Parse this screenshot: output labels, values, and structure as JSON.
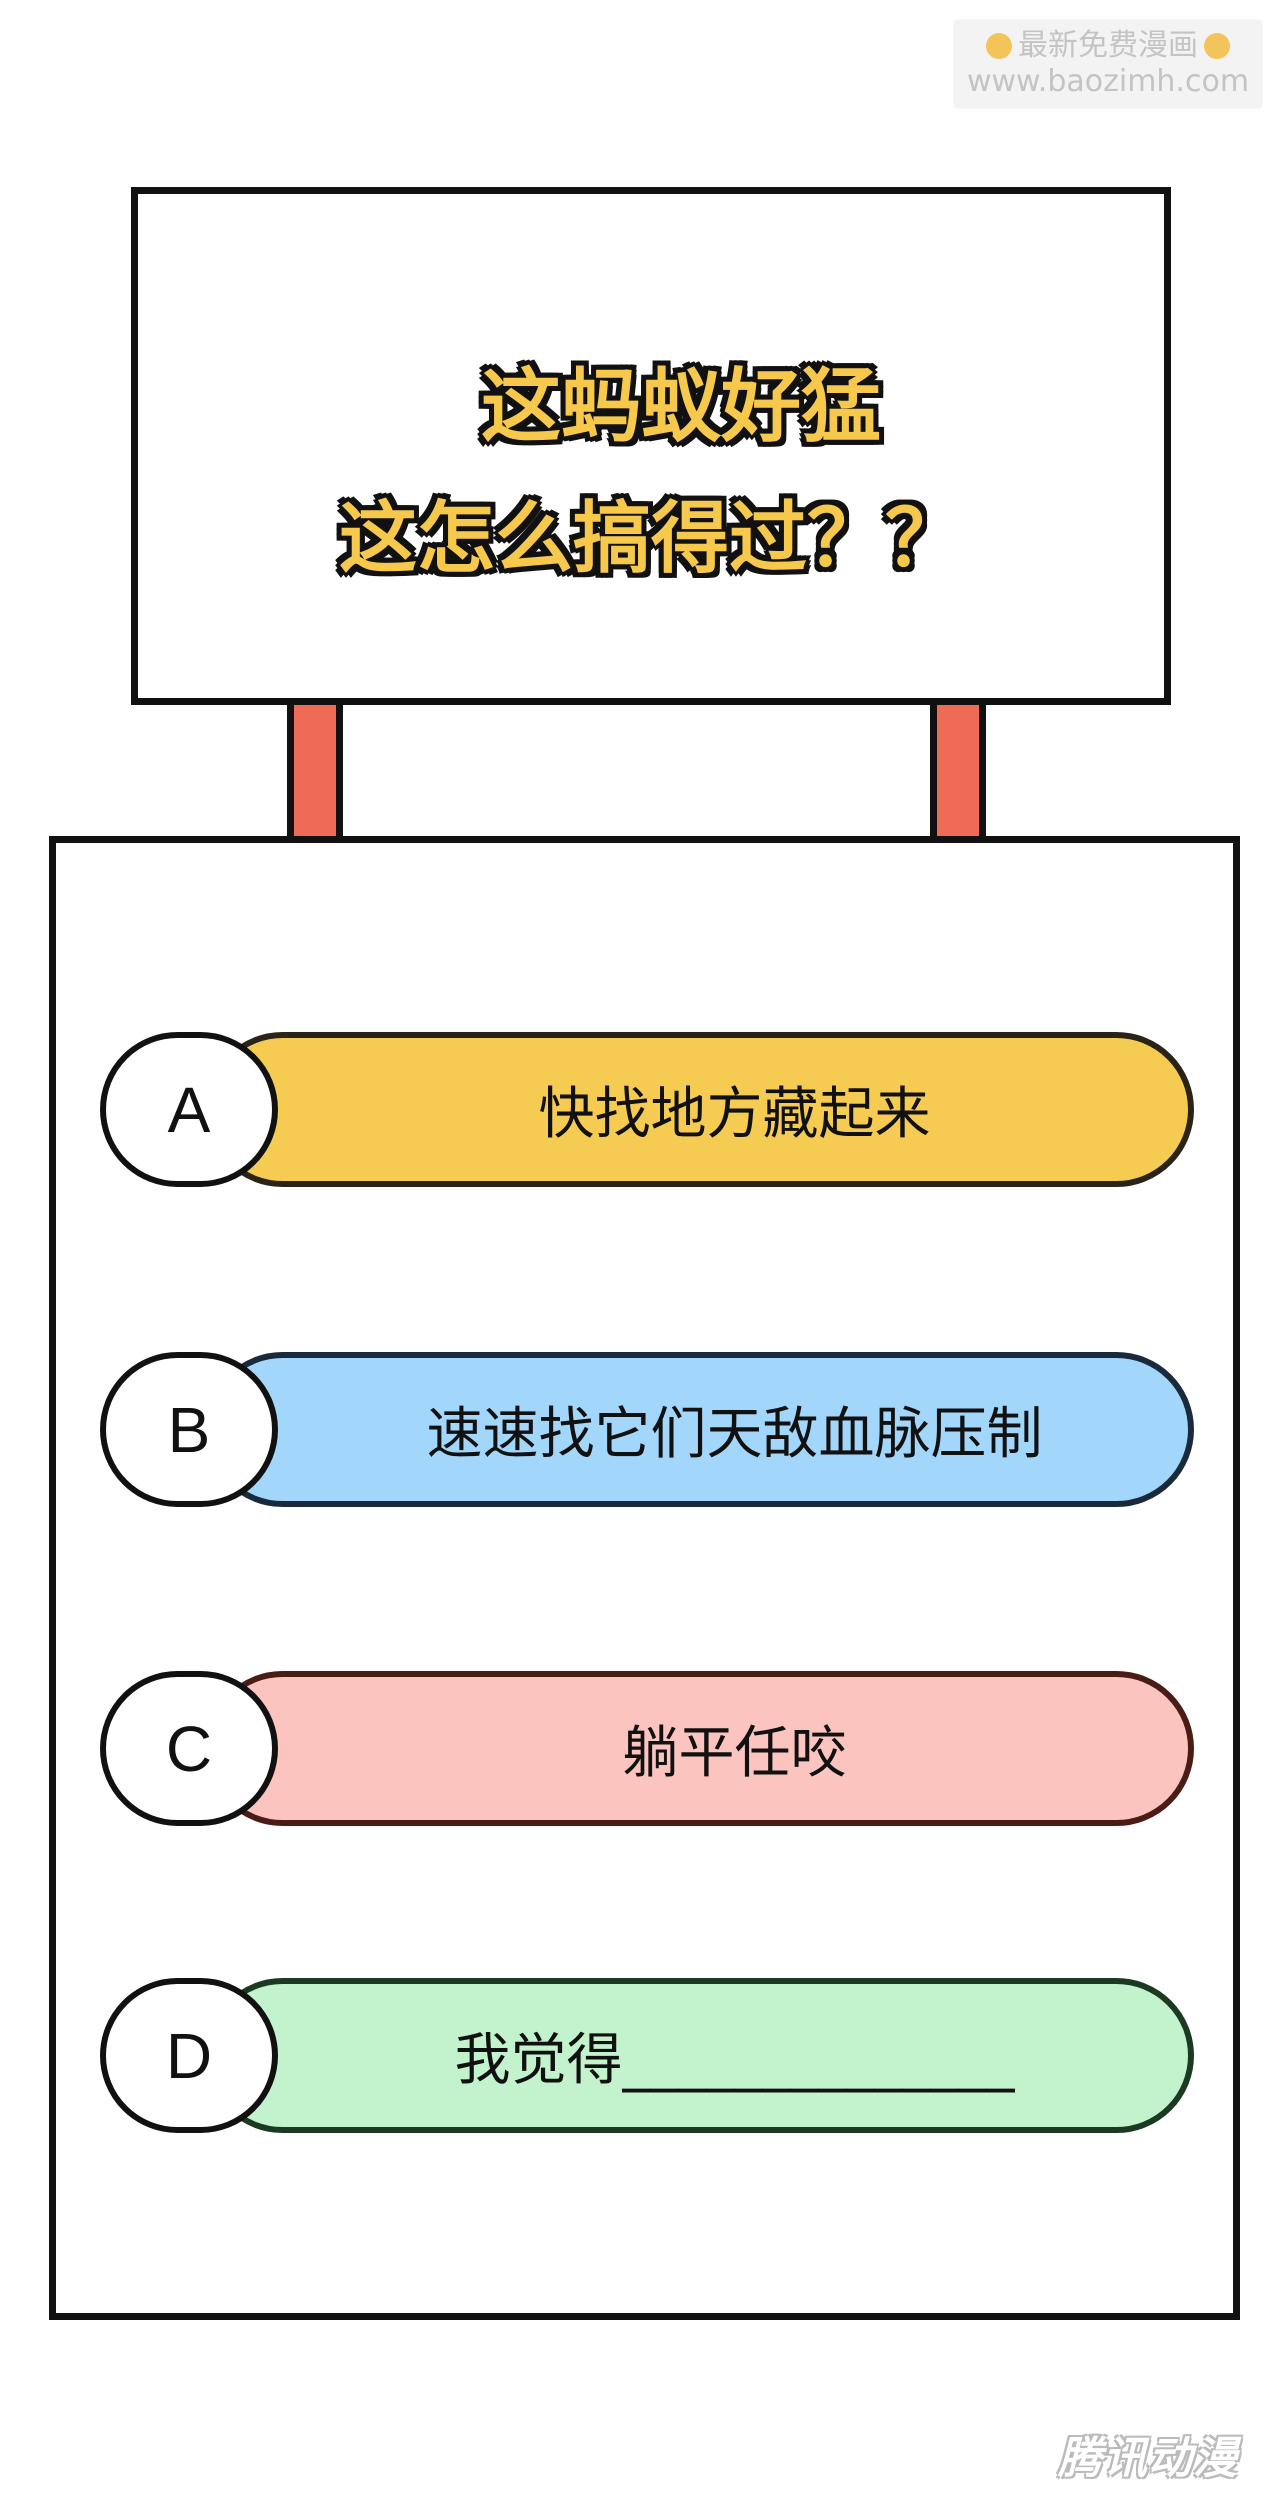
{
  "watermark": {
    "line1": "最新免费漫画",
    "line2": "www.baozimh.com"
  },
  "sign": {
    "title_line1": "这蚂蚁好猛",
    "title_line2": "这怎么搞得过？？"
  },
  "options": [
    {
      "letter": "A",
      "text": "快找地方藏起来",
      "color": "#f6cb52"
    },
    {
      "letter": "B",
      "text": "速速找它们天敌血脉压制",
      "color": "#a2d7fb"
    },
    {
      "letter": "C",
      "text": "躺平任咬",
      "color": "#fcc4bf"
    },
    {
      "letter": "D",
      "text": "我觉得______________",
      "color": "#c2f3cd"
    }
  ],
  "brand": {
    "logo_text": "腾讯动漫"
  },
  "colors": {
    "post": "#ef6b55",
    "title_fill": "#f6c84c",
    "outline": "#111111"
  }
}
